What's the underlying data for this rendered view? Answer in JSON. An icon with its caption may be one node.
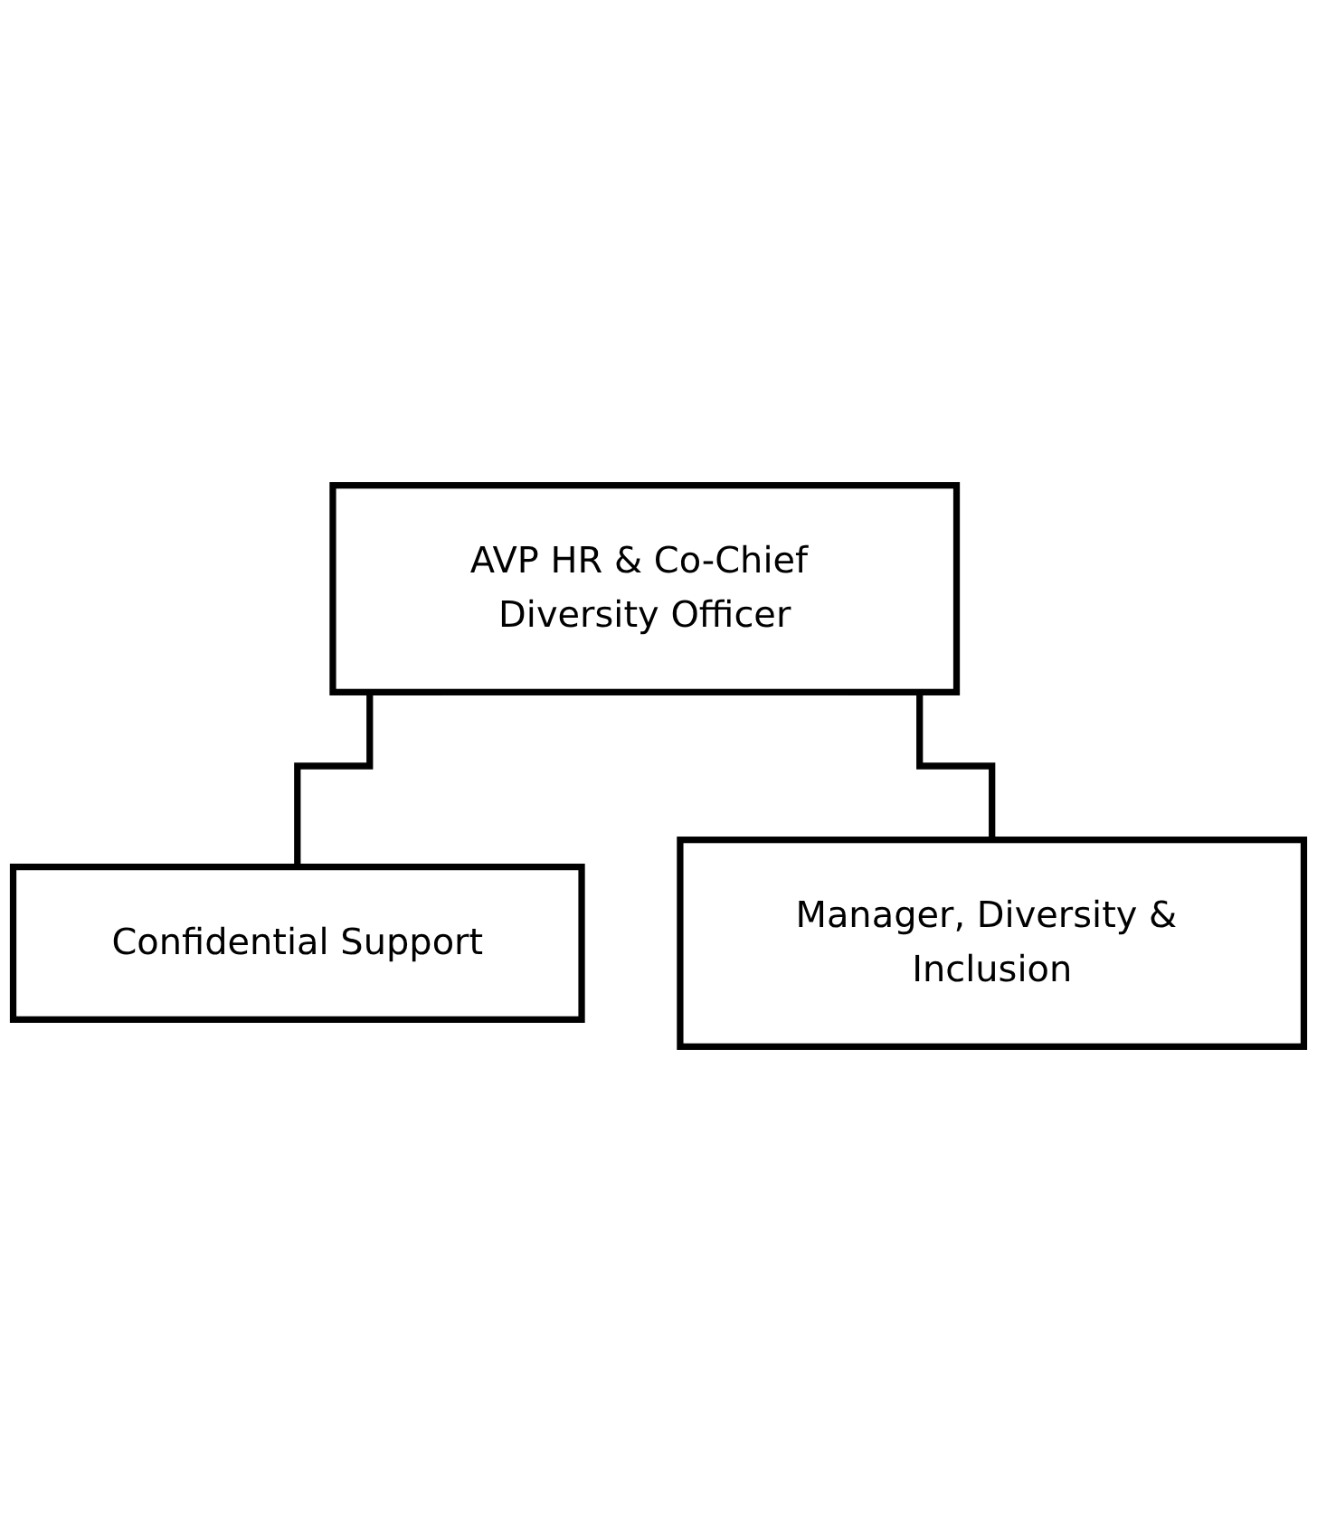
{
  "diagram": {
    "nodes": [
      {
        "text": [
          "AVP HR & Co-Chief Diversity Officer"
        ]
      },
      {
        "text": [
          "Confidential Support"
        ]
      },
      {
        "text": [
          "Manager, Diversity & Inclusion"
        ]
      }
    ],
    "edges": [
      {
        "from": 0,
        "to": 1,
        "arrow": "none"
      },
      {
        "from": 0,
        "to": 2,
        "arrow": "none"
      }
    ]
  }
}
